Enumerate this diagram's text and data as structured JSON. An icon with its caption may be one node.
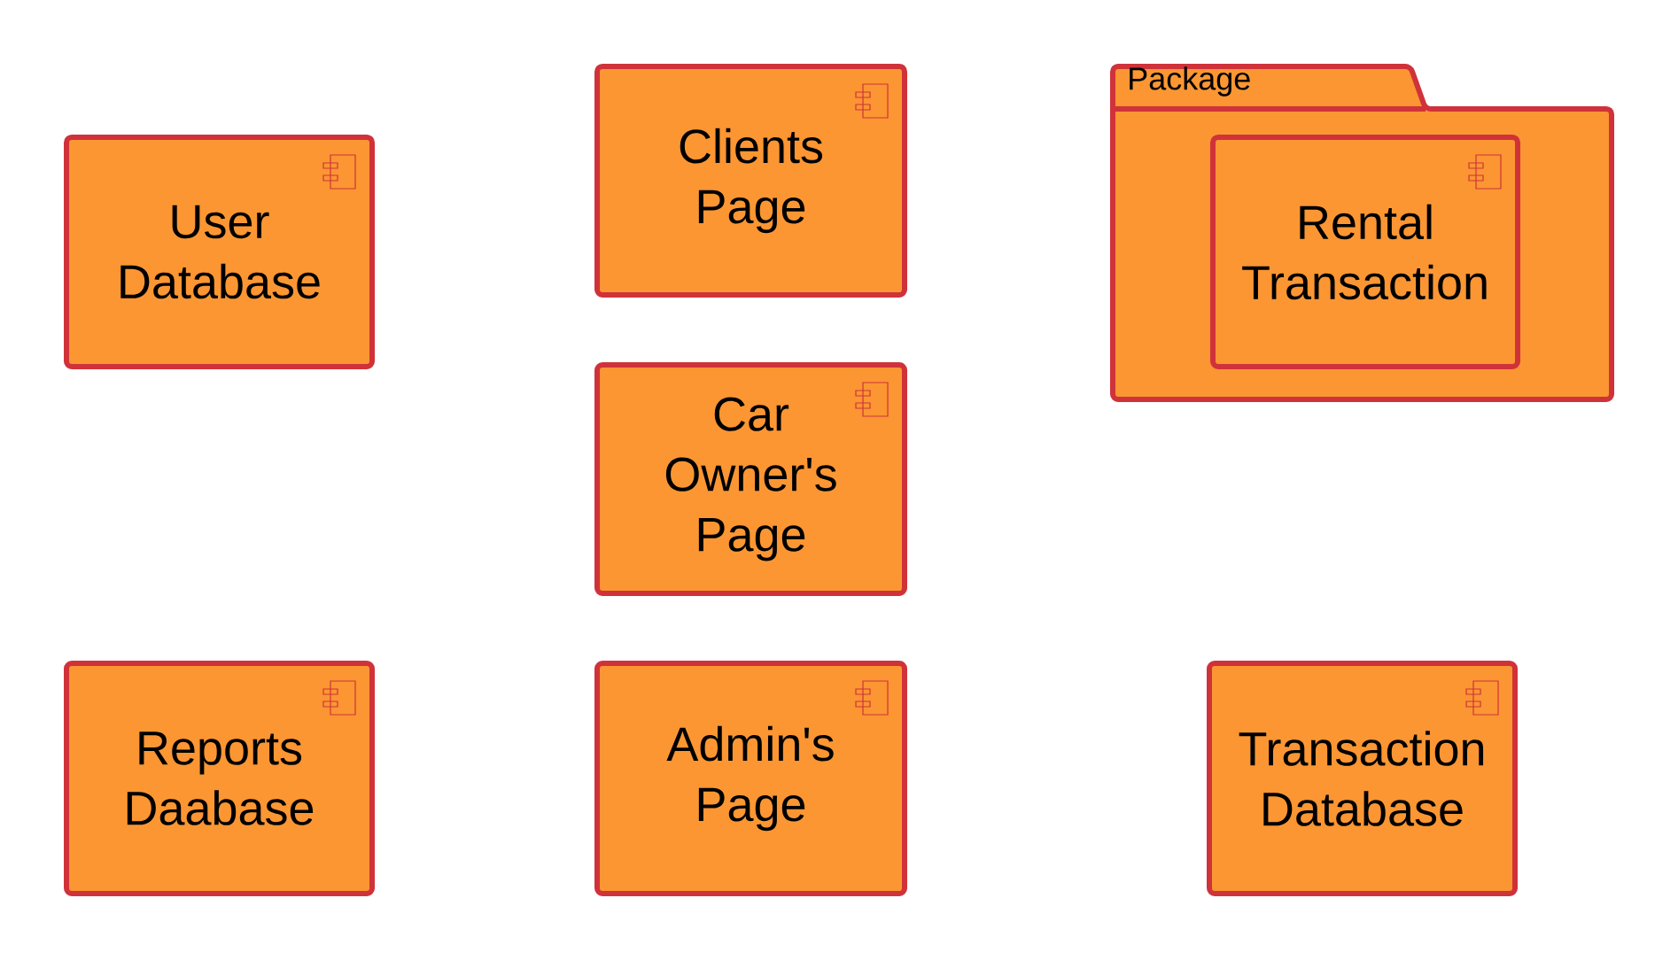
{
  "diagram": {
    "nodes": [
      {
        "text": [
          "User Database"
        ]
      },
      {
        "text": [
          "Clients Page"
        ]
      },
      {
        "text": [
          "Package"
        ]
      },
      {
        "text": [
          "Rental Transaction"
        ],
        "in": 2
      },
      {
        "text": [
          "Car Owner's Page"
        ]
      },
      {
        "text": [
          "Reports Daabase"
        ]
      },
      {
        "text": [
          "Admin's Page"
        ]
      },
      {
        "text": [
          "Transaction Database"
        ]
      }
    ]
  }
}
